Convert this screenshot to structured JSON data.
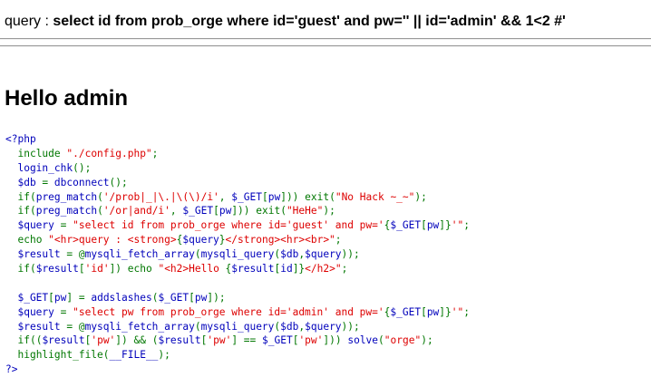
{
  "query_line": {
    "prefix": "query : ",
    "query": "select id from prob_orge where id='guest' and pw='' || id='admin' && 1<2 #'"
  },
  "heading": "Hello admin",
  "colors": {
    "html": "#000000",
    "default": "#0000BB",
    "keyword": "#007700",
    "string": "#DD0000"
  },
  "source_lines": [
    [
      {
        "c": "default",
        "t": "<?php"
      }
    ],
    [
      {
        "c": "default",
        "t": "  "
      },
      {
        "c": "keyword",
        "t": "include "
      },
      {
        "c": "string",
        "t": "\"./config.php\""
      },
      {
        "c": "keyword",
        "t": ";"
      }
    ],
    [
      {
        "c": "default",
        "t": "  login_chk"
      },
      {
        "c": "keyword",
        "t": "();"
      }
    ],
    [
      {
        "c": "default",
        "t": "  $db "
      },
      {
        "c": "keyword",
        "t": "= "
      },
      {
        "c": "default",
        "t": "dbconnect"
      },
      {
        "c": "keyword",
        "t": "();"
      }
    ],
    [
      {
        "c": "default",
        "t": "  "
      },
      {
        "c": "keyword",
        "t": "if("
      },
      {
        "c": "default",
        "t": "preg_match"
      },
      {
        "c": "keyword",
        "t": "("
      },
      {
        "c": "string",
        "t": "'/prob|_|\\.|\\(\\)/i'"
      },
      {
        "c": "keyword",
        "t": ", "
      },
      {
        "c": "default",
        "t": "$_GET"
      },
      {
        "c": "keyword",
        "t": "["
      },
      {
        "c": "default",
        "t": "pw"
      },
      {
        "c": "keyword",
        "t": "])) exit("
      },
      {
        "c": "string",
        "t": "\"No Hack ~_~\""
      },
      {
        "c": "keyword",
        "t": ");"
      }
    ],
    [
      {
        "c": "default",
        "t": "  "
      },
      {
        "c": "keyword",
        "t": "if("
      },
      {
        "c": "default",
        "t": "preg_match"
      },
      {
        "c": "keyword",
        "t": "("
      },
      {
        "c": "string",
        "t": "'/or|and/i'"
      },
      {
        "c": "keyword",
        "t": ", "
      },
      {
        "c": "default",
        "t": "$_GET"
      },
      {
        "c": "keyword",
        "t": "["
      },
      {
        "c": "default",
        "t": "pw"
      },
      {
        "c": "keyword",
        "t": "])) exit("
      },
      {
        "c": "string",
        "t": "\"HeHe\""
      },
      {
        "c": "keyword",
        "t": ");"
      }
    ],
    [
      {
        "c": "default",
        "t": "  $query "
      },
      {
        "c": "keyword",
        "t": "= "
      },
      {
        "c": "string",
        "t": "\"select id from prob_orge where id='guest' and pw='"
      },
      {
        "c": "keyword",
        "t": "{"
      },
      {
        "c": "default",
        "t": "$_GET"
      },
      {
        "c": "keyword",
        "t": "["
      },
      {
        "c": "default",
        "t": "pw"
      },
      {
        "c": "keyword",
        "t": "]}"
      },
      {
        "c": "string",
        "t": "'\""
      },
      {
        "c": "keyword",
        "t": ";"
      }
    ],
    [
      {
        "c": "default",
        "t": "  "
      },
      {
        "c": "keyword",
        "t": "echo "
      },
      {
        "c": "string",
        "t": "\"<hr>query : <strong>"
      },
      {
        "c": "keyword",
        "t": "{"
      },
      {
        "c": "default",
        "t": "$query"
      },
      {
        "c": "keyword",
        "t": "}"
      },
      {
        "c": "string",
        "t": "</strong><hr><br>\""
      },
      {
        "c": "keyword",
        "t": ";"
      }
    ],
    [
      {
        "c": "default",
        "t": "  $result "
      },
      {
        "c": "keyword",
        "t": "= @"
      },
      {
        "c": "default",
        "t": "mysqli_fetch_array"
      },
      {
        "c": "keyword",
        "t": "("
      },
      {
        "c": "default",
        "t": "mysqli_query"
      },
      {
        "c": "keyword",
        "t": "("
      },
      {
        "c": "default",
        "t": "$db"
      },
      {
        "c": "keyword",
        "t": ","
      },
      {
        "c": "default",
        "t": "$query"
      },
      {
        "c": "keyword",
        "t": "));"
      }
    ],
    [
      {
        "c": "default",
        "t": "  "
      },
      {
        "c": "keyword",
        "t": "if("
      },
      {
        "c": "default",
        "t": "$result"
      },
      {
        "c": "keyword",
        "t": "["
      },
      {
        "c": "string",
        "t": "'id'"
      },
      {
        "c": "keyword",
        "t": "]) echo "
      },
      {
        "c": "string",
        "t": "\"<h2>Hello "
      },
      {
        "c": "keyword",
        "t": "{"
      },
      {
        "c": "default",
        "t": "$result"
      },
      {
        "c": "keyword",
        "t": "["
      },
      {
        "c": "default",
        "t": "id"
      },
      {
        "c": "keyword",
        "t": "]}"
      },
      {
        "c": "string",
        "t": "</h2>\""
      },
      {
        "c": "keyword",
        "t": ";"
      }
    ],
    [
      {
        "c": "default",
        "t": "  "
      }
    ],
    [
      {
        "c": "default",
        "t": "  $_GET"
      },
      {
        "c": "keyword",
        "t": "["
      },
      {
        "c": "default",
        "t": "pw"
      },
      {
        "c": "keyword",
        "t": "] = "
      },
      {
        "c": "default",
        "t": "addslashes"
      },
      {
        "c": "keyword",
        "t": "("
      },
      {
        "c": "default",
        "t": "$_GET"
      },
      {
        "c": "keyword",
        "t": "["
      },
      {
        "c": "default",
        "t": "pw"
      },
      {
        "c": "keyword",
        "t": "]);"
      }
    ],
    [
      {
        "c": "default",
        "t": "  $query "
      },
      {
        "c": "keyword",
        "t": "= "
      },
      {
        "c": "string",
        "t": "\"select pw from prob_orge where id='admin' and pw='"
      },
      {
        "c": "keyword",
        "t": "{"
      },
      {
        "c": "default",
        "t": "$_GET"
      },
      {
        "c": "keyword",
        "t": "["
      },
      {
        "c": "default",
        "t": "pw"
      },
      {
        "c": "keyword",
        "t": "]}"
      },
      {
        "c": "string",
        "t": "'\""
      },
      {
        "c": "keyword",
        "t": ";"
      }
    ],
    [
      {
        "c": "default",
        "t": "  $result "
      },
      {
        "c": "keyword",
        "t": "= @"
      },
      {
        "c": "default",
        "t": "mysqli_fetch_array"
      },
      {
        "c": "keyword",
        "t": "("
      },
      {
        "c": "default",
        "t": "mysqli_query"
      },
      {
        "c": "keyword",
        "t": "("
      },
      {
        "c": "default",
        "t": "$db"
      },
      {
        "c": "keyword",
        "t": ","
      },
      {
        "c": "default",
        "t": "$query"
      },
      {
        "c": "keyword",
        "t": "));"
      }
    ],
    [
      {
        "c": "default",
        "t": "  "
      },
      {
        "c": "keyword",
        "t": "if(("
      },
      {
        "c": "default",
        "t": "$result"
      },
      {
        "c": "keyword",
        "t": "["
      },
      {
        "c": "string",
        "t": "'pw'"
      },
      {
        "c": "keyword",
        "t": "]) && ("
      },
      {
        "c": "default",
        "t": "$result"
      },
      {
        "c": "keyword",
        "t": "["
      },
      {
        "c": "string",
        "t": "'pw'"
      },
      {
        "c": "keyword",
        "t": "] == "
      },
      {
        "c": "default",
        "t": "$_GET"
      },
      {
        "c": "keyword",
        "t": "["
      },
      {
        "c": "string",
        "t": "'pw'"
      },
      {
        "c": "keyword",
        "t": "])) "
      },
      {
        "c": "default",
        "t": "solve"
      },
      {
        "c": "keyword",
        "t": "("
      },
      {
        "c": "string",
        "t": "\"orge\""
      },
      {
        "c": "keyword",
        "t": ");"
      }
    ],
    [
      {
        "c": "default",
        "t": "  "
      },
      {
        "c": "keyword",
        "t": "highlight_file("
      },
      {
        "c": "default",
        "t": "__FILE__"
      },
      {
        "c": "keyword",
        "t": ");"
      }
    ],
    [
      {
        "c": "default",
        "t": "?>"
      }
    ]
  ]
}
